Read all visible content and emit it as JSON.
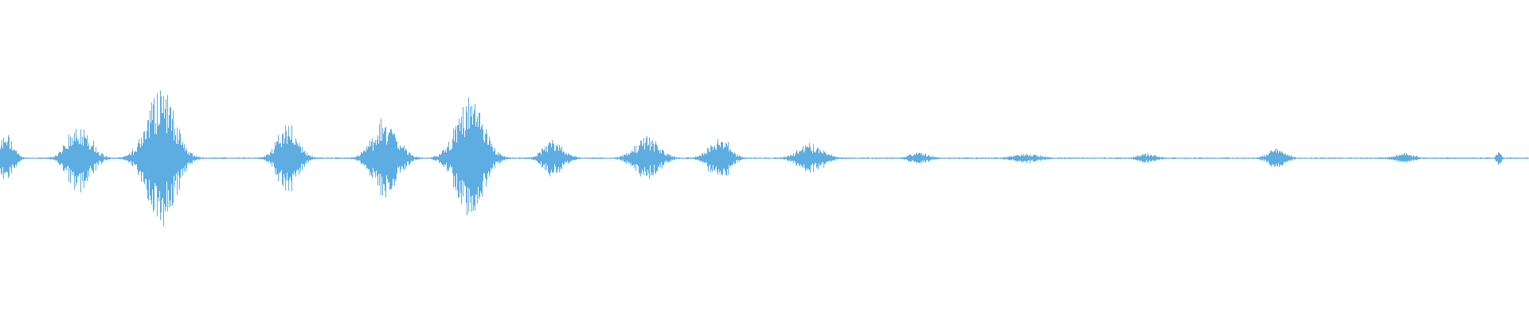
{
  "waveform": {
    "color": "#5DADE2",
    "background": "#FFFFFF",
    "bursts": [
      {
        "center": 0.004,
        "amplitude": 0.15,
        "spread": 0.006
      },
      {
        "center": 0.052,
        "amplitude": 0.22,
        "spread": 0.01
      },
      {
        "center": 0.105,
        "amplitude": 0.46,
        "spread": 0.012
      },
      {
        "center": 0.188,
        "amplitude": 0.22,
        "spread": 0.009
      },
      {
        "center": 0.252,
        "amplitude": 0.24,
        "spread": 0.011
      },
      {
        "center": 0.307,
        "amplitude": 0.37,
        "spread": 0.012
      },
      {
        "center": 0.362,
        "amplitude": 0.11,
        "spread": 0.009
      },
      {
        "center": 0.423,
        "amplitude": 0.13,
        "spread": 0.011
      },
      {
        "center": 0.47,
        "amplitude": 0.14,
        "spread": 0.009
      },
      {
        "center": 0.53,
        "amplitude": 0.09,
        "spread": 0.011
      },
      {
        "center": 0.601,
        "amplitude": 0.04,
        "spread": 0.008
      },
      {
        "center": 0.671,
        "amplitude": 0.03,
        "spread": 0.012
      },
      {
        "center": 0.75,
        "amplitude": 0.03,
        "spread": 0.008
      },
      {
        "center": 0.835,
        "amplitude": 0.06,
        "spread": 0.008
      },
      {
        "center": 0.918,
        "amplitude": 0.03,
        "spread": 0.009
      },
      {
        "center": 0.98,
        "amplitude": 0.05,
        "spread": 0.002
      }
    ]
  }
}
